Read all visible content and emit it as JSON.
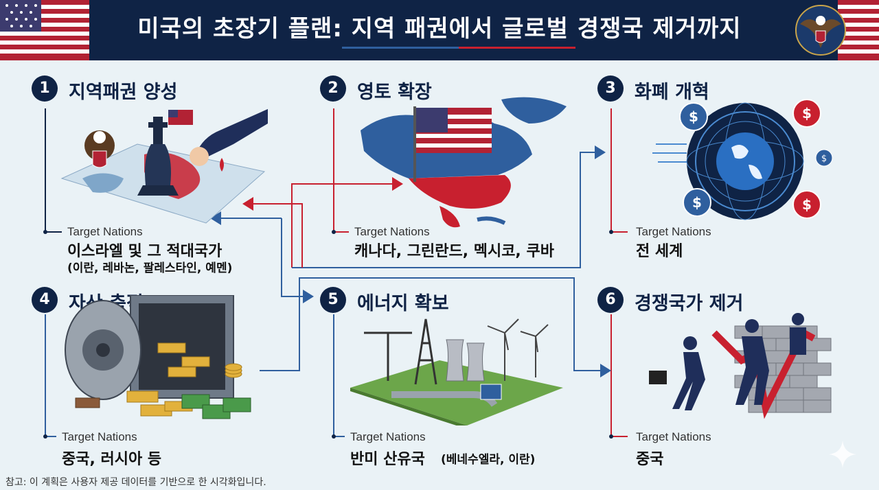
{
  "header": {
    "title": "미국의 초장기 플랜: 지역 패권에서 글로벌 경쟁국 제거까지"
  },
  "sections": [
    {
      "number": "1",
      "title": "지역패권 양성",
      "target_label": "Target Nations",
      "target_main": "이스라엘 및 그 적대국가",
      "target_sub": "(이란, 레바논, 팔레스타인, 예멘)"
    },
    {
      "number": "2",
      "title": "영토 확장",
      "target_label": "Target Nations",
      "target_main": "캐나다, 그린란드, 멕시코, 쿠바",
      "target_sub": ""
    },
    {
      "number": "3",
      "title": "화폐 개혁",
      "target_label": "Target Nations",
      "target_main": "전 세계",
      "target_sub": ""
    },
    {
      "number": "4",
      "title": "자산 축적",
      "target_label": "Target Nations",
      "target_main": "중국, 러시아 등",
      "target_sub": ""
    },
    {
      "number": "5",
      "title": "에너지 확보",
      "target_label": "Target Nations",
      "target_main": "반미 산유국",
      "target_sub": "(베네수엘라, 이란)"
    },
    {
      "number": "6",
      "title": "경쟁국가 제거",
      "target_label": "Target Nations",
      "target_main": "중국",
      "target_sub": ""
    }
  ],
  "footer": "참고: 이 계획은 사용자 제공 데이터를 기반으로 한 시각화입니다.",
  "colors": {
    "navy": "#0f2345",
    "red": "#c8202f",
    "blue": "#2f5f9e",
    "background": "#eaf2f6"
  },
  "icons": [
    "us-flag-icon",
    "eagle-seal-icon",
    "dollar-icon",
    "globe-icon",
    "chess-king-icon",
    "wind-turbine-icon",
    "oil-derrick-icon",
    "gold-bar-icon",
    "vault-icon",
    "wall-icon"
  ]
}
